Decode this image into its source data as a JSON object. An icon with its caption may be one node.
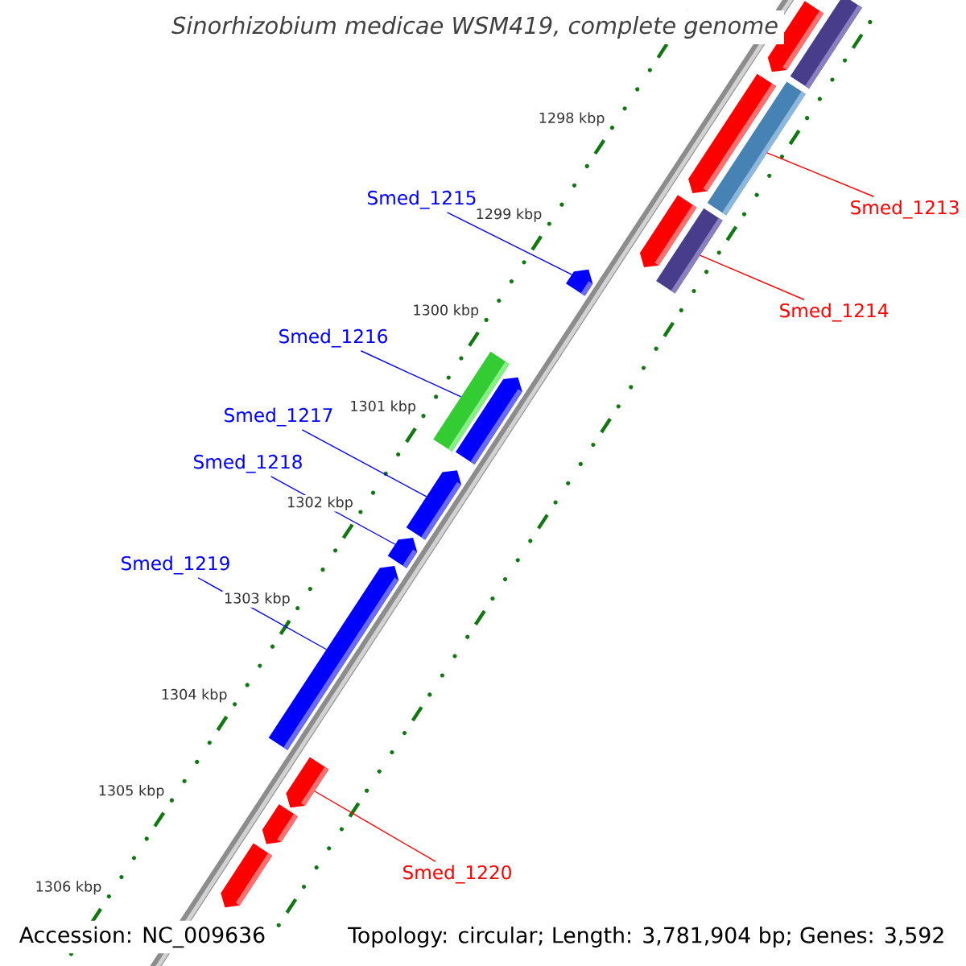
{
  "diagram": {
    "nodes": [
      {
        "text": [
          "Smed_1213"
        ]
      },
      {
        "text": [
          "Smed_1214"
        ]
      },
      {
        "text": [
          "Smed_1215"
        ]
      },
      {
        "text": [
          "Smed_1216"
        ]
      },
      {
        "text": [
          "Smed_1217"
        ]
      },
      {
        "text": [
          "Smed_1218"
        ]
      },
      {
        "text": [
          "Smed_1219"
        ]
      },
      {
        "text": [
          "Smed_1220"
        ]
      },
      {
        "text": [],
        "shape": "pentagon"
      },
      {
        "text": [],
        "shape": "bar"
      },
      {
        "text": [],
        "shape": "pentagon"
      },
      {
        "text": [],
        "shape": "bar"
      },
      {
        "text": [],
        "shape": "pentagon"
      },
      {
        "text": [],
        "shape": "bar"
      },
      {
        "text": [],
        "shape": "pentagon"
      },
      {
        "text": [],
        "shape": "bar"
      },
      {
        "text": [],
        "shape": "pentagon"
      },
      {
        "text": [],
        "shape": "pentagon"
      },
      {
        "text": [],
        "shape": "pentagon"
      },
      {
        "text": [],
        "shape": "pentagon"
      },
      {
        "text": [],
        "shape": "pentagon"
      },
      {
        "text": [],
        "shape": "pentagon"
      },
      {
        "text": [],
        "shape": "pentagon"
      }
    ],
    "edges": [
      {
        "from": 0,
        "to": 11,
        "arrow": "none",
        "color": "#ff0000"
      },
      {
        "from": 1,
        "to": 13,
        "arrow": "none",
        "color": "#ff0000"
      },
      {
        "from": 2,
        "to": 14,
        "arrow": "none"
      },
      {
        "from": 3,
        "to": 15,
        "arrow": "none"
      },
      {
        "from": 4,
        "to": 17,
        "arrow": "none"
      },
      {
        "from": 5,
        "to": 18,
        "arrow": "none"
      },
      {
        "from": 6,
        "to": 19,
        "arrow": "none"
      },
      {
        "from": 7,
        "to": 20,
        "arrow": "none",
        "color": "#ff0000"
      }
    ],
    "labels": [
      "Sinorhizobium medicae WSM419, complete genome",
      "1298 kbp",
      "1299 kbp",
      "1300 kbp",
      "1301 kbp",
      "1302 kbp",
      "1303 kbp",
      "1304 kbp",
      "1305 kbp",
      "1306 kbp",
      "Accession: NC_009636",
      "Topology: circular; Length: 3,781,904 bp; Genes: 3,592"
    ]
  }
}
